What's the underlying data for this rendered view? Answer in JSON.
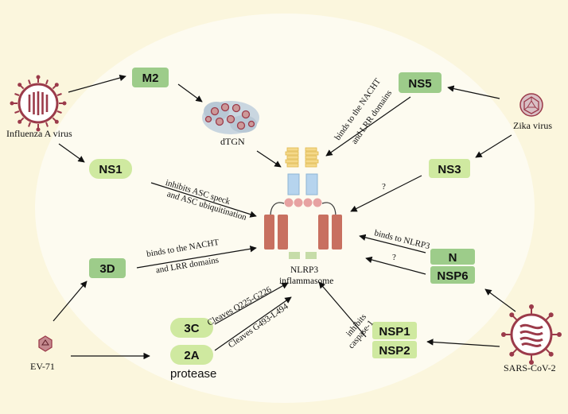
{
  "colors": {
    "background": "#fbf6dd",
    "cell": "#fdfbf0",
    "box_green": "#9dcc8a",
    "box_light_green": "#cfe9a0",
    "nlrp_red": "#c87060",
    "nlrp_blue": "#b6d4ee",
    "nlrp_yellow": "#f4d98b",
    "nlrp_pink": "#e7a2a2",
    "virus_red": "#9b3a4a"
  },
  "viruses": {
    "influenza": "Influenza A virus",
    "zika": "Zika virus",
    "ev71": "EV-71",
    "sars": "SARS-CoV-2"
  },
  "proteins": {
    "m2": "M2",
    "ns1": "NS1",
    "ns5": "NS5",
    "ns3": "NS3",
    "d3": "3D",
    "c3": "3C",
    "a2": "2A",
    "protease": "protease",
    "n": "N",
    "nsp6": "NSP6",
    "nsp1": "NSP1",
    "nsp2": "NSP2"
  },
  "center": {
    "dtgn": "dTGN",
    "inflammasome_line1": "NLRP3",
    "inflammasome_line2": "inflammasome"
  },
  "labels": {
    "ns1_line1": "inhibits ASC speck",
    "ns1_line2": "and ASC ubiquitination",
    "d3_line1": "binds  to the NACHT",
    "d3_line2": "and LRR domains",
    "ns5_line1": "binds  to the NACHT",
    "ns5_line2": "and LRR domains",
    "ns3_q": "?",
    "n_label": "binds to NLRP3",
    "nsp6_q": "?",
    "c3_label": "Cleaves Q225-G226",
    "a2_label": "Cleaves G493-L494",
    "nsp_line1": "inhibits",
    "nsp_line2": "caspase-1"
  }
}
